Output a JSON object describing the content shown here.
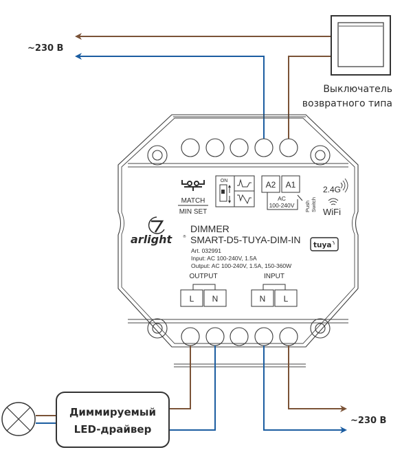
{
  "colors": {
    "phase_wire": "#7a5236",
    "neutral_wire": "#1a5ca0",
    "outline": "#333333",
    "text": "#2b2b2b"
  },
  "supply_top": {
    "label": "~230 В"
  },
  "supply_bottom": {
    "label": "~230 В"
  },
  "switch": {
    "label_line1": "Выключатель",
    "label_line2": "возвратного типа"
  },
  "device": {
    "brand": "arlight",
    "registered_mark": "®",
    "type": "DIMMER",
    "model": "SMART-D5-TUYA-DIM-IN",
    "article": "Art. 032991",
    "input_spec": "Input: AC 100-240V, 1.5A",
    "output_spec": "Output: AC 100-240V, 1.5A, 150-360W",
    "match_label": "MATCH",
    "min_set_label": "MIN SET",
    "dip_on_label": "ON",
    "terminal_a2": "A2",
    "terminal_a1": "A1",
    "ac_label": "AC",
    "ac_range": "100-240V",
    "push_label": "Push",
    "switch_label": "Switch",
    "radio_label": "2.4G",
    "wifi_label": "WiFi",
    "tuya_label": "tuya",
    "output_group": {
      "label": "OUTPUT",
      "terminals": [
        "L",
        "N"
      ]
    },
    "input_group": {
      "label": "INPUT",
      "terminals": [
        "N",
        "L"
      ]
    }
  },
  "driver": {
    "line1": "Диммируемый",
    "line2": "LED-драйвер"
  },
  "lamp": {
    "icon": "lamp-icon"
  }
}
